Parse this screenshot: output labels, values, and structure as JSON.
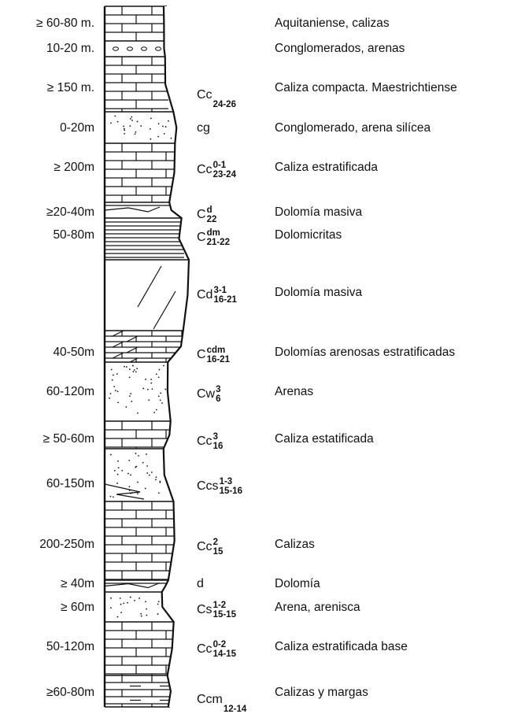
{
  "units": [
    {
      "thickness": "≥ 60-80 m.",
      "symbol": {
        "base": "",
        "sup": "",
        "sub": ""
      },
      "description": "Aquitaniense, calizas",
      "lithology": "limestone"
    },
    {
      "thickness": "10-20 m.",
      "symbol": {
        "base": "",
        "sup": "",
        "sub": ""
      },
      "description": "Conglomerados, arenas",
      "lithology": "conglomerate"
    },
    {
      "thickness": "≥ 150 m.",
      "symbol": {
        "base": "Cc",
        "sup": "",
        "sub": "24-26"
      },
      "description": "Caliza compacta. Maestrichtiense",
      "lithology": "limestone"
    },
    {
      "thickness": "0-20m",
      "symbol": {
        "base": "cg",
        "sup": "",
        "sub": ""
      },
      "description": "Conglomerado, arena silícea",
      "lithology": "sand"
    },
    {
      "thickness": "≥ 200m",
      "symbol": {
        "base": "Cc",
        "sup": "0-1",
        "sub": "23-24"
      },
      "description": "Caliza estratificada",
      "lithology": "limestone"
    },
    {
      "thickness": "≥20-40m",
      "symbol": {
        "base": "C",
        "sup": "d",
        "sub": "22"
      },
      "description": "Dolomía masiva",
      "lithology": "dolomite"
    },
    {
      "thickness": "50-80m",
      "symbol": {
        "base": "C",
        "sup": "dm",
        "sub": "21-22"
      },
      "description": "Dolomicritas",
      "lithology": "thin"
    },
    {
      "thickness": "",
      "symbol": {
        "base": "Cd",
        "sup": "3-1",
        "sub": "16-21"
      },
      "description": "Dolomía masiva",
      "lithology": "massive"
    },
    {
      "thickness": "40-50m",
      "symbol": {
        "base": "C",
        "sup": "cdm",
        "sub": "16-21"
      },
      "description": "Dolomías arenosas estratificadas",
      "lithology": "dolostrat"
    },
    {
      "thickness": "60-120m",
      "symbol": {
        "base": "Cw",
        "sup": "3",
        "sub": "6"
      },
      "description": "Arenas",
      "lithology": "sand"
    },
    {
      "thickness": "≥ 50-60m",
      "symbol": {
        "base": "Cc",
        "sup": "3",
        "sub": "16"
      },
      "description": "Caliza estatificada",
      "lithology": "limestone"
    },
    {
      "thickness": "60-150m",
      "symbol": {
        "base": "Ccs",
        "sup": "1-3",
        "sub": "15-16"
      },
      "description": "",
      "lithology": "sand"
    },
    {
      "thickness": "200-250m",
      "symbol": {
        "base": "Cc",
        "sup": "2",
        "sub": "15"
      },
      "description": "Calizas",
      "lithology": "limestone"
    },
    {
      "thickness": "≥ 40m",
      "symbol": {
        "base": "d",
        "sup": "",
        "sub": ""
      },
      "description": "Dolomía",
      "lithology": "dolomite"
    },
    {
      "thickness": "≥ 60m",
      "symbol": {
        "base": "Cs",
        "sup": "1-2",
        "sub": "15-15"
      },
      "description": "Arena, arenisca",
      "lithology": "sand"
    },
    {
      "thickness": "50-120m",
      "symbol": {
        "base": "Cc",
        "sup": "0-2",
        "sub": "14-15"
      },
      "description": "Caliza estratificada base",
      "lithology": "limestone"
    },
    {
      "thickness": "≥60-80m",
      "symbol": {
        "base": "Ccm",
        "sup": "",
        "sub": "12-14"
      },
      "description": "Calizas y margas",
      "lithology": "marl"
    }
  ]
}
